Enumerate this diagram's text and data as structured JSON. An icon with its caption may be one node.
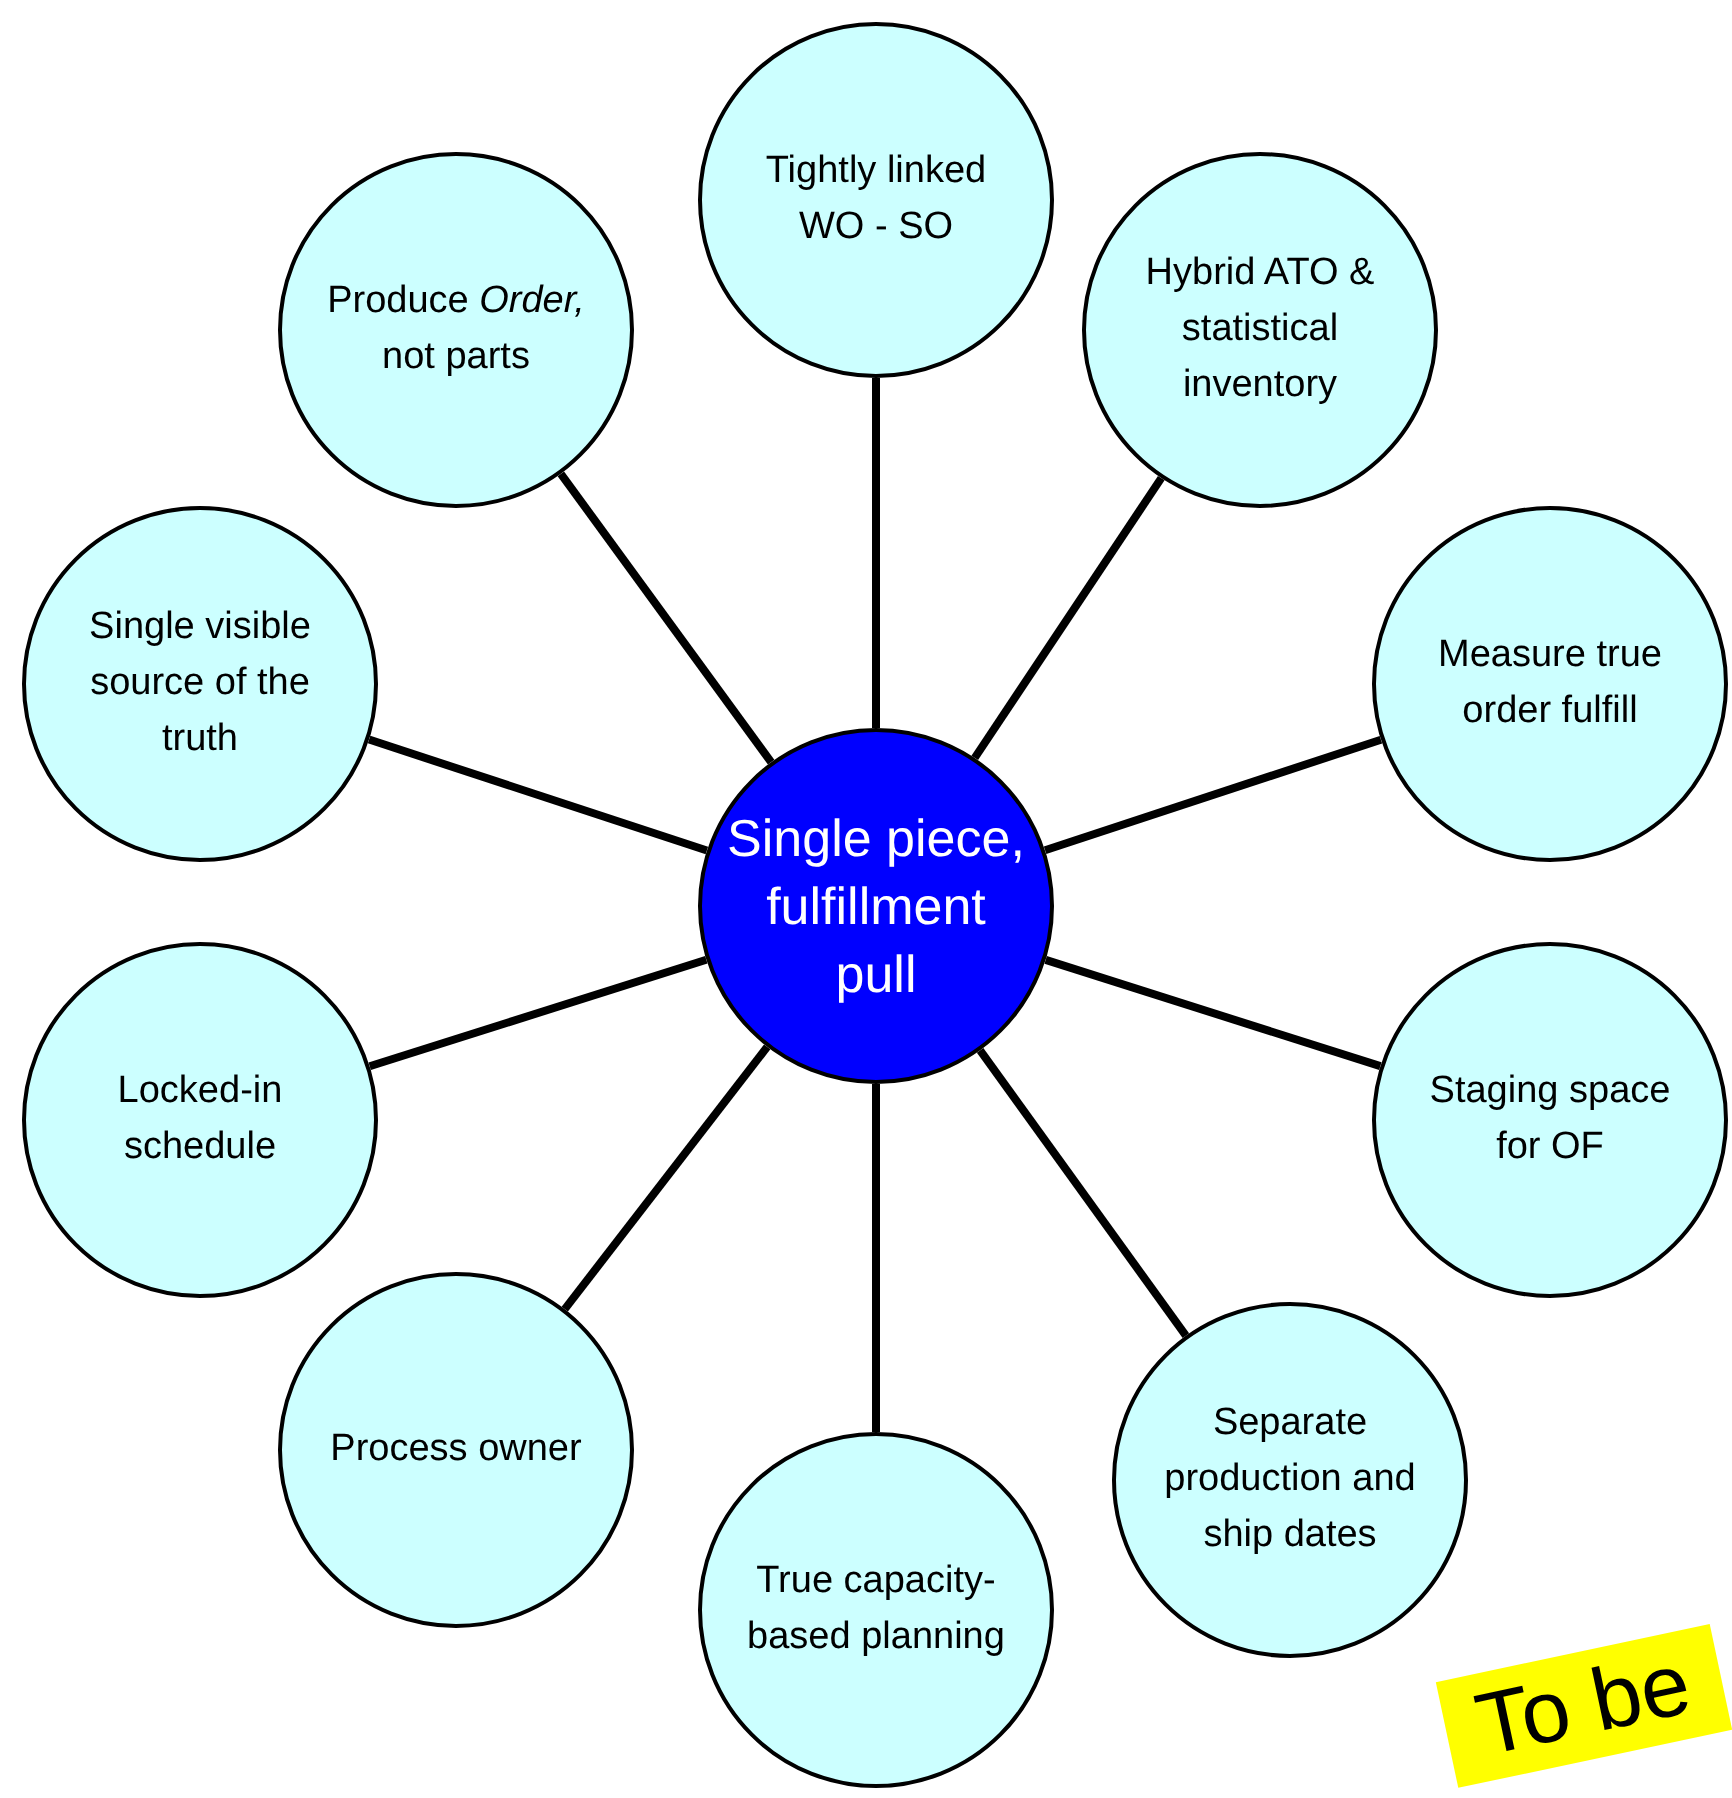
{
  "diagram": {
    "nodes": [
      {
        "text": [
          "Single piece, fulfillment pull"
        ]
      },
      {
        "text": [
          "Tightly linked WO - SO"
        ]
      },
      {
        "text": [
          "Hybrid ATO & statistical inventory"
        ]
      },
      {
        "text": [
          "Measure true order fulfill"
        ]
      },
      {
        "text": [
          "Staging space for OF"
        ]
      },
      {
        "text": [
          "Separate production and ship dates"
        ]
      },
      {
        "text": [
          "True capacity-based planning"
        ]
      },
      {
        "text": [
          "Process owner"
        ]
      },
      {
        "text": [
          "Locked-in schedule"
        ]
      },
      {
        "text": [
          "Single visible source of the truth"
        ]
      },
      {
        "text": [
          "Produce *Order,* not parts"
        ]
      }
    ],
    "edges": [
      {
        "from": 0,
        "to": 1,
        "arrow": "none"
      },
      {
        "from": 0,
        "to": 2,
        "arrow": "none"
      },
      {
        "from": 0,
        "to": 3,
        "arrow": "none"
      },
      {
        "from": 0,
        "to": 4,
        "arrow": "none"
      },
      {
        "from": 0,
        "to": 5,
        "arrow": "none"
      },
      {
        "from": 0,
        "to": 6,
        "arrow": "none"
      },
      {
        "from": 0,
        "to": 7,
        "arrow": "none"
      },
      {
        "from": 0,
        "to": 8,
        "arrow": "none"
      },
      {
        "from": 0,
        "to": 9,
        "arrow": "none"
      },
      {
        "from": 0,
        "to": 10,
        "arrow": "none"
      }
    ],
    "labels": [
      "To be"
    ]
  }
}
